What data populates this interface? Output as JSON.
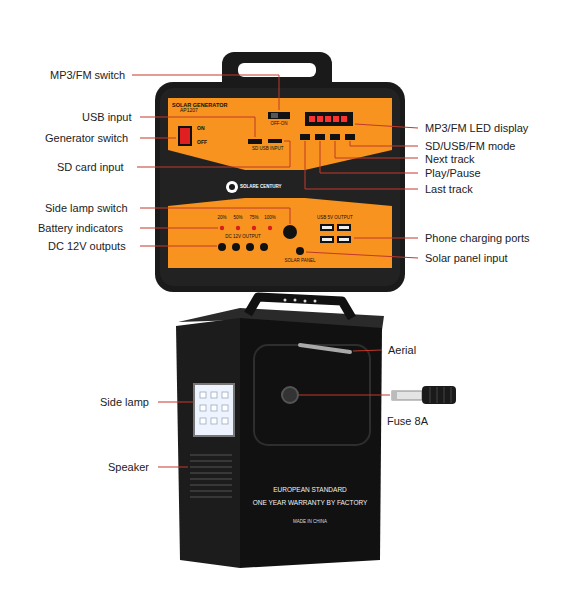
{
  "diagram": {
    "labels": [
      "MP3/FM switch",
      "USB input",
      "Generator switch",
      "SD card input",
      "Side lamp switch",
      "Battery indicators",
      "DC 12V outputs",
      "MP3/FM LED display",
      "SD/USB/FM mode",
      "Next track",
      "Play/Pause",
      "Last track",
      "Phone charging ports",
      "Solar panel input",
      "Aerial",
      "Side lamp",
      "Fuse 8A",
      "Speaker",
      "SOLAR GENERATOR",
      "AP1207",
      "ON",
      "OFF",
      "OFF-ON",
      "SD USB INPUT",
      "20%",
      "50%",
      "75%",
      "100%",
      "DC 12V OUTPUT",
      "USB 5V OUTPUT",
      "SOLAR PANEL",
      "EUROPEAN STANDARD",
      "ONE YEAR WARRANTY BY FACTORY",
      "MADE IN CHINA",
      "SOLARE CENTURY"
    ]
  }
}
